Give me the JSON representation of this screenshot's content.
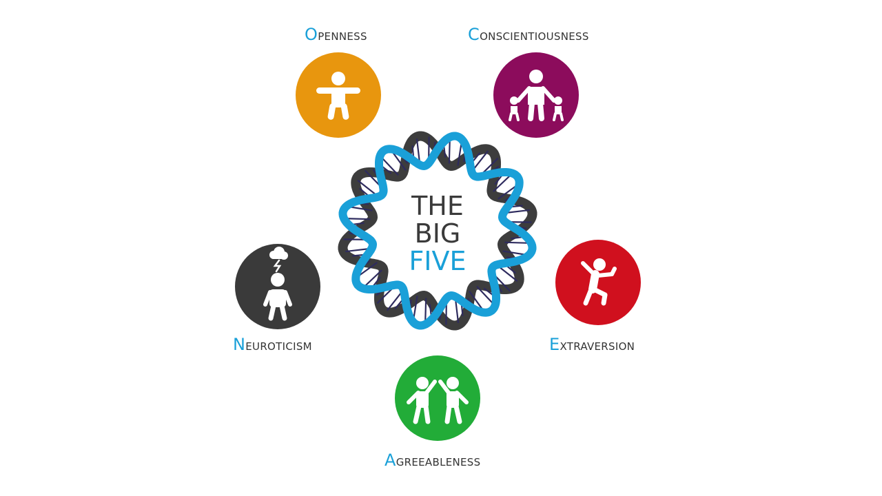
{
  "center": {
    "line1": "THE",
    "line2": "BIG",
    "line3": "FIVE",
    "line3_color": "#1aa0d8"
  },
  "traits": [
    {
      "id": "openness",
      "initial": "O",
      "rest": "PENNESS",
      "color": "#e8960e",
      "icon": "open-arms-person-icon"
    },
    {
      "id": "conscientiousness",
      "initial": "C",
      "rest": "ONSCIENTIOUSNESS",
      "color": "#8c0c5c",
      "icon": "parent-with-children-icon"
    },
    {
      "id": "extraversion",
      "initial": "E",
      "rest": "XTRAVERSION",
      "color": "#d0101e",
      "icon": "jumping-person-icon"
    },
    {
      "id": "agreeableness",
      "initial": "A",
      "rest": "GREEABLENESS",
      "color": "#22ac38",
      "icon": "two-friends-high-five-icon"
    },
    {
      "id": "neuroticism",
      "initial": "N",
      "rest": "EUROTICISM",
      "color": "#3a3a3a",
      "icon": "person-with-storm-cloud-icon"
    }
  ],
  "colors": {
    "helix_blue": "#1aa0d8",
    "helix_dark": "#3d3d3d",
    "rung": "#2e2b5e",
    "label_accent": "#1aa0d8",
    "label_text": "#333333"
  }
}
